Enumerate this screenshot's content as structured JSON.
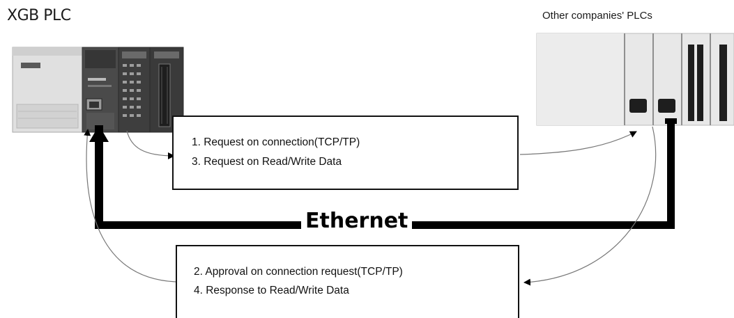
{
  "left_device": {
    "title": "XGB PLC"
  },
  "right_device": {
    "title": "Other companies' PLCs"
  },
  "request_box": {
    "line1": "1. Request on connection(TCP/TP)",
    "line2": "3. Request on Read/Write Data"
  },
  "response_box": {
    "line1": "2. Approval on connection request(TCP/TP)",
    "line2": "4. Response to Read/Write Data"
  },
  "network": {
    "label": "Ethernet"
  },
  "colors": {
    "line": "#000000",
    "plc_body": "#d8d8d8",
    "plc_dark": "#2a2a2a"
  }
}
